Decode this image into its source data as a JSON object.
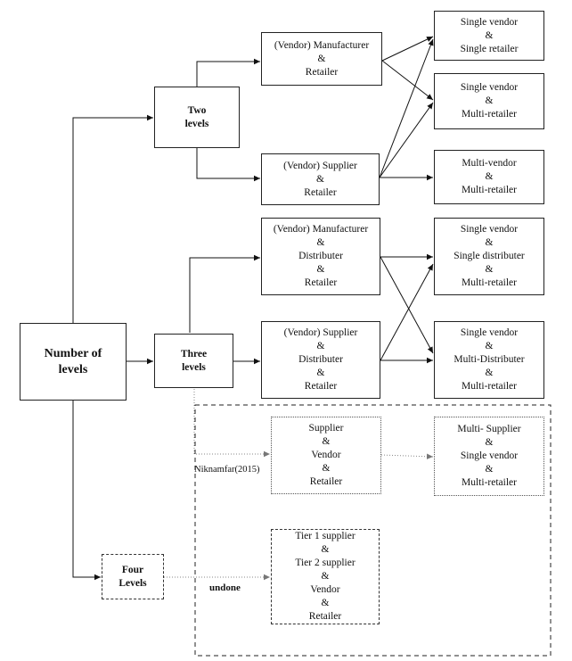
{
  "root": {
    "lines": [
      "Number of",
      "levels"
    ]
  },
  "levels": {
    "two": {
      "lines": [
        "Two",
        "levels"
      ]
    },
    "three": {
      "lines": [
        "Three",
        "levels"
      ]
    },
    "four": {
      "lines": [
        "Four",
        "Levels"
      ]
    }
  },
  "two_level_structures": {
    "manufacturer_retailer": {
      "lines": [
        "(Vendor) Manufacturer",
        "&",
        "Retailer"
      ]
    },
    "supplier_retailer": {
      "lines": [
        "(Vendor) Supplier",
        "&",
        "Retailer"
      ]
    }
  },
  "two_level_outcomes": {
    "single_single": {
      "lines": [
        "Single vendor",
        "&",
        "Single retailer"
      ]
    },
    "single_multi": {
      "lines": [
        "Single vendor",
        "&",
        "Multi-retailer"
      ]
    },
    "multi_multi": {
      "lines": [
        "Multi-vendor",
        "&",
        "Multi-retailer"
      ]
    }
  },
  "three_level_structures": {
    "manufacturer_distributer_retailer": {
      "lines": [
        "(Vendor) Manufacturer",
        "&",
        "Distributer",
        "&",
        "Retailer"
      ]
    },
    "supplier_distributer_retailer": {
      "lines": [
        "(Vendor) Supplier",
        "&",
        "Distributer",
        "&",
        "Retailer"
      ]
    }
  },
  "three_level_outcomes": {
    "single_distributer": {
      "lines": [
        "Single vendor",
        "&",
        "Single distributer",
        "&",
        "Multi-retailer"
      ]
    },
    "multi_distributer": {
      "lines": [
        "Single vendor",
        "&",
        "Multi-Distributer",
        "&",
        "Multi-retailer"
      ]
    }
  },
  "extension": {
    "supplier_vendor_retailer": {
      "lines": [
        "Supplier",
        "&",
        "Vendor",
        "&",
        "Retailer"
      ]
    },
    "multi_supplier_outcome": {
      "lines": [
        "Multi- Supplier",
        "&",
        "Single vendor",
        "&",
        "Multi-retailer"
      ]
    },
    "four_tier": {
      "lines": [
        "Tier 1 supplier",
        "&",
        "Tier 2 supplier",
        "&",
        "Vendor",
        "&",
        "Retailer"
      ]
    },
    "citation_label": "Niknamfar(2015)",
    "undone_label": "undone"
  }
}
